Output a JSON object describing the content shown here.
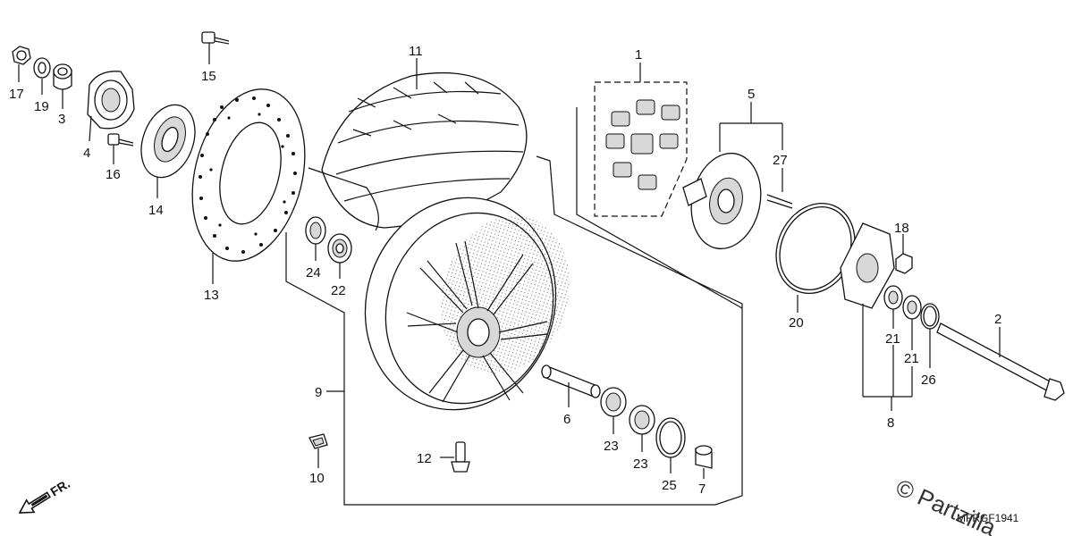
{
  "callouts": [
    "1",
    "2",
    "3",
    "4",
    "5",
    "6",
    "7",
    "8",
    "9",
    "10",
    "11",
    "12",
    "13",
    "14",
    "15",
    "16",
    "17",
    "18",
    "19",
    "20",
    "21",
    "21",
    "22",
    "23",
    "23",
    "24",
    "25",
    "26",
    "27"
  ],
  "diagram_code": "MFRGF1941",
  "watermark": "© Partzilla",
  "front_indicator": "FR."
}
